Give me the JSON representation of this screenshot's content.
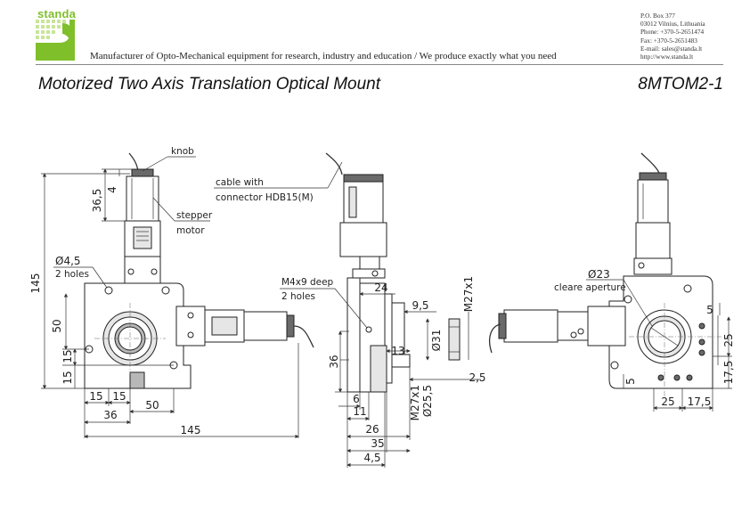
{
  "header": {
    "brand": "standa",
    "tagline": "Manufacturer of Opto-Mechanical equipment for research, industry and education / We produce exactly what you need",
    "contact": [
      "P.O. Box 377",
      "03012 Vilnius, Lithuania",
      "Phone: +370-5-2651474",
      "Fax: +370-5-2651483",
      "E-mail: sales@standa.lt",
      "http://www.standa.lt"
    ],
    "colors": {
      "brand_green": "#7fbf2a",
      "brand_green_light": "#c9e59a"
    }
  },
  "title": "Motorized Two Axis Translation Optical Mount",
  "product_code": "8MTOM2-1",
  "labels": {
    "knob": "knob",
    "stepper_motor_1": "stepper",
    "stepper_motor_2": "motor",
    "hole_dia": "Ø4,5",
    "holes_2": "2 holes",
    "cable_1": "cable with",
    "cable_2": "connector HDB15(M)",
    "thread_1": "M4x9 deep",
    "thread_2": "2 holes",
    "aperture": "Ø23",
    "aperture_note": "cleare aperture"
  },
  "front_view": {
    "dims": {
      "d145v": "145",
      "d36_5": "36,5",
      "d4": "4",
      "d50v": "50",
      "d15v": "15",
      "d15v2": "15",
      "d15a": "15",
      "d15b": "15",
      "d50h": "50",
      "d36h": "36",
      "d145h": "145"
    }
  },
  "side_view": {
    "dims": {
      "d24": "24",
      "d9_5": "9,5",
      "m27x1_top": "M27x1",
      "d31": "Ø31",
      "d13": "13",
      "d2_5": "2,5",
      "d36": "36",
      "d6": "6",
      "d11": "11",
      "d26": "26",
      "d35": "35",
      "d4_5": "4,5",
      "m27x1_bottom": "M27x1",
      "d25_5": "Ø25,5"
    }
  },
  "back_view": {
    "dims": {
      "d5a": "5",
      "d25v": "25",
      "d17_5v": "17,5",
      "d5b": "5",
      "d25h": "25",
      "d17_5h": "17,5"
    }
  }
}
